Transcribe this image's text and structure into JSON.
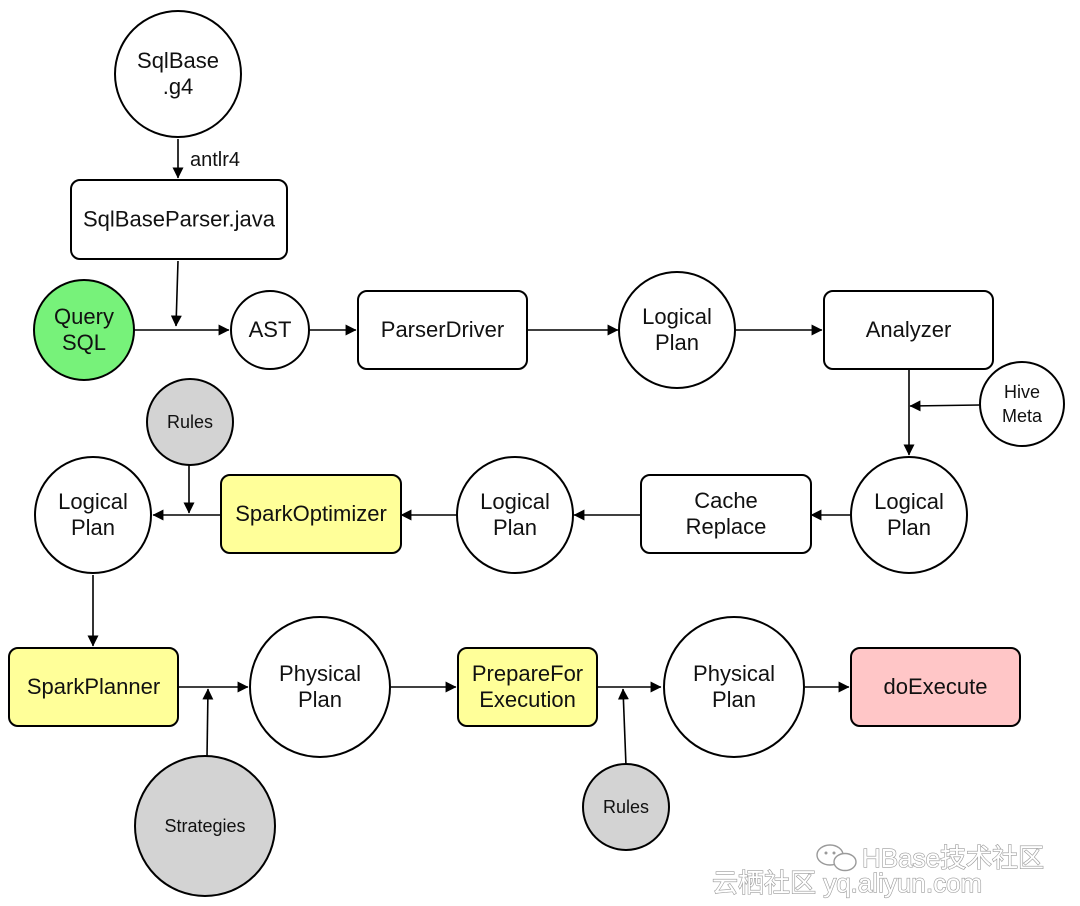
{
  "colors": {
    "white": "#ffffff",
    "green": "#77f27a",
    "gray": "#d3d3d3",
    "yellow": "#ffff99",
    "pink": "#ffc6c7",
    "stroke": "#000000"
  },
  "nodes": {
    "sqlbase_g4": {
      "lines": [
        "SqlBase",
        ".g4"
      ],
      "shape": "circle",
      "fill": "white"
    },
    "sqlbase_parser": {
      "lines": [
        "SqlBaseParser.java"
      ],
      "shape": "rect",
      "fill": "white"
    },
    "query_sql": {
      "lines": [
        "Query",
        "SQL"
      ],
      "shape": "circle",
      "fill": "green"
    },
    "ast": {
      "lines": [
        "AST"
      ],
      "shape": "circle",
      "fill": "white"
    },
    "parser_driver": {
      "lines": [
        "ParserDriver"
      ],
      "shape": "rect",
      "fill": "white"
    },
    "logical_plan_1": {
      "lines": [
        "Logical",
        "Plan"
      ],
      "shape": "circle",
      "fill": "white"
    },
    "analyzer": {
      "lines": [
        "Analyzer"
      ],
      "shape": "rect",
      "fill": "white"
    },
    "hive_meta": {
      "lines": [
        "Hive",
        "Meta"
      ],
      "shape": "circle",
      "fill": "white"
    },
    "logical_plan_2": {
      "lines": [
        "Logical",
        "Plan"
      ],
      "shape": "circle",
      "fill": "white"
    },
    "cache_replace": {
      "lines": [
        "Cache",
        "Replace"
      ],
      "shape": "rect",
      "fill": "white"
    },
    "logical_plan_3": {
      "lines": [
        "Logical",
        "Plan"
      ],
      "shape": "circle",
      "fill": "white"
    },
    "spark_optimizer": {
      "lines": [
        "SparkOptimizer"
      ],
      "shape": "rect",
      "fill": "yellow"
    },
    "rules_1": {
      "lines": [
        "Rules"
      ],
      "shape": "circle",
      "fill": "gray"
    },
    "logical_plan_4": {
      "lines": [
        "Logical",
        "Plan"
      ],
      "shape": "circle",
      "fill": "white"
    },
    "spark_planner": {
      "lines": [
        "SparkPlanner"
      ],
      "shape": "rect",
      "fill": "yellow"
    },
    "strategies": {
      "lines": [
        "Strategies"
      ],
      "shape": "circle",
      "fill": "gray"
    },
    "physical_plan_1": {
      "lines": [
        "Physical",
        "Plan"
      ],
      "shape": "circle",
      "fill": "white"
    },
    "prepare_for_execution": {
      "lines": [
        "PrepareFor",
        "Execution"
      ],
      "shape": "rect",
      "fill": "yellow"
    },
    "rules_2": {
      "lines": [
        "Rules"
      ],
      "shape": "circle",
      "fill": "gray"
    },
    "physical_plan_2": {
      "lines": [
        "Physical",
        "Plan"
      ],
      "shape": "circle",
      "fill": "white"
    },
    "do_execute": {
      "lines": [
        "doExecute"
      ],
      "shape": "rect",
      "fill": "pink"
    }
  },
  "edges": [
    {
      "from": "sqlbase_g4",
      "to": "sqlbase_parser",
      "label": "antlr4"
    },
    {
      "from": "sqlbase_parser",
      "to": "query_sql_ast_junction"
    },
    {
      "from": "query_sql",
      "to": "ast"
    },
    {
      "from": "ast",
      "to": "parser_driver"
    },
    {
      "from": "parser_driver",
      "to": "logical_plan_1"
    },
    {
      "from": "logical_plan_1",
      "to": "analyzer"
    },
    {
      "from": "analyzer",
      "to": "logical_plan_2"
    },
    {
      "from": "hive_meta",
      "to": "analyzer_logical_plan_2_junction"
    },
    {
      "from": "logical_plan_2",
      "to": "cache_replace"
    },
    {
      "from": "cache_replace",
      "to": "logical_plan_3"
    },
    {
      "from": "logical_plan_3",
      "to": "spark_optimizer"
    },
    {
      "from": "spark_optimizer",
      "to": "logical_plan_4"
    },
    {
      "from": "rules_1",
      "to": "spark_optimizer_logical_plan_4_junction"
    },
    {
      "from": "logical_plan_4",
      "to": "spark_planner"
    },
    {
      "from": "spark_planner",
      "to": "physical_plan_1"
    },
    {
      "from": "strategies",
      "to": "spark_planner_physical_plan_1_junction"
    },
    {
      "from": "physical_plan_1",
      "to": "prepare_for_execution"
    },
    {
      "from": "prepare_for_execution",
      "to": "physical_plan_2"
    },
    {
      "from": "rules_2",
      "to": "prepare_for_execution_physical_plan_2_junction"
    },
    {
      "from": "physical_plan_2",
      "to": "do_execute"
    }
  ],
  "watermark": {
    "line1": "HBase技术社区",
    "line2": "云栖社区 yq.aliyun.com"
  }
}
